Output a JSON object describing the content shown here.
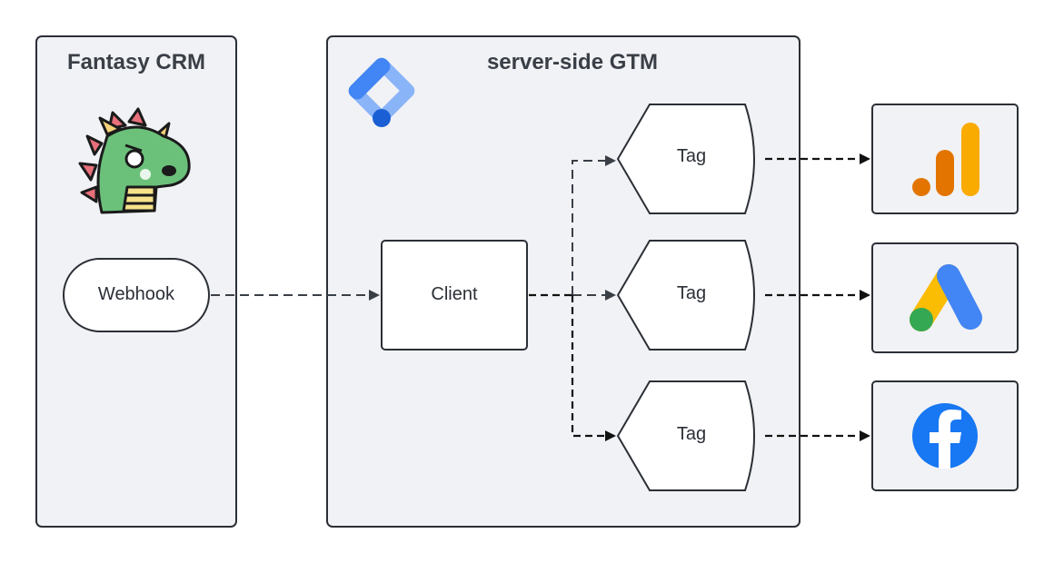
{
  "panels": {
    "crm_title": "Fantasy CRM",
    "gtm_title": "server-side GTM"
  },
  "nodes": {
    "webhook": "Webhook",
    "client": "Client",
    "tags": [
      "Tag",
      "Tag",
      "Tag"
    ]
  },
  "icons": {
    "crm_mascot": "dragon-mascot-icon",
    "gtm_logo": "google-tag-manager-icon",
    "destinations": [
      "google-analytics-icon",
      "google-ads-icon",
      "facebook-icon"
    ]
  },
  "colors": {
    "panel_bg": "#f1f2f5",
    "gtm_blue": "#4285f4",
    "ga_orange": "#f9ab00",
    "ga_dark_orange": "#e37400",
    "ads_yellow": "#fbbc04",
    "ads_blue": "#4285f4",
    "ads_green": "#34a853",
    "facebook_blue": "#1877f2"
  }
}
